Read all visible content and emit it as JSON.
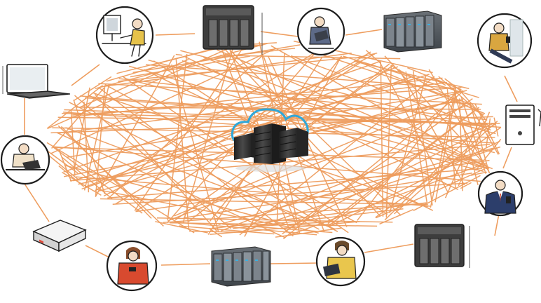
{
  "colors": {
    "link": "#EE9D5E",
    "cloud_outline": "#2FA7D8",
    "server_dark": "#2B2B2B",
    "server_mid": "#4A4A4A",
    "node_outline": "#1C1C1C"
  },
  "nodes": [
    {
      "id": "user-at-desktop",
      "icon": "person-at-computer-icon"
    },
    {
      "id": "nas-top",
      "icon": "nas-storage-icon"
    },
    {
      "id": "user-with-tablet-top",
      "icon": "person-with-tablet-icon"
    },
    {
      "id": "server-rack-top",
      "icon": "server-rack-icon"
    },
    {
      "id": "user-with-phone-right",
      "icon": "person-with-phone-icon"
    },
    {
      "id": "laptop-left",
      "icon": "laptop-icon"
    },
    {
      "id": "desktop-tower-right",
      "icon": "desktop-tower-icon"
    },
    {
      "id": "user-at-laptop-left",
      "icon": "person-at-laptop-icon"
    },
    {
      "id": "businessman-right",
      "icon": "businessman-with-phone-icon"
    },
    {
      "id": "router-left",
      "icon": "router-box-icon"
    },
    {
      "id": "nas-bottom-right",
      "icon": "nas-storage-icon"
    },
    {
      "id": "user-with-phone-bottom",
      "icon": "person-with-phone-icon"
    },
    {
      "id": "server-rack-bottom",
      "icon": "server-rack-icon"
    },
    {
      "id": "user-with-tablet-bottom",
      "icon": "person-with-tablet-icon"
    }
  ],
  "hub": {
    "icon": "cloud-datacenter-icon"
  }
}
